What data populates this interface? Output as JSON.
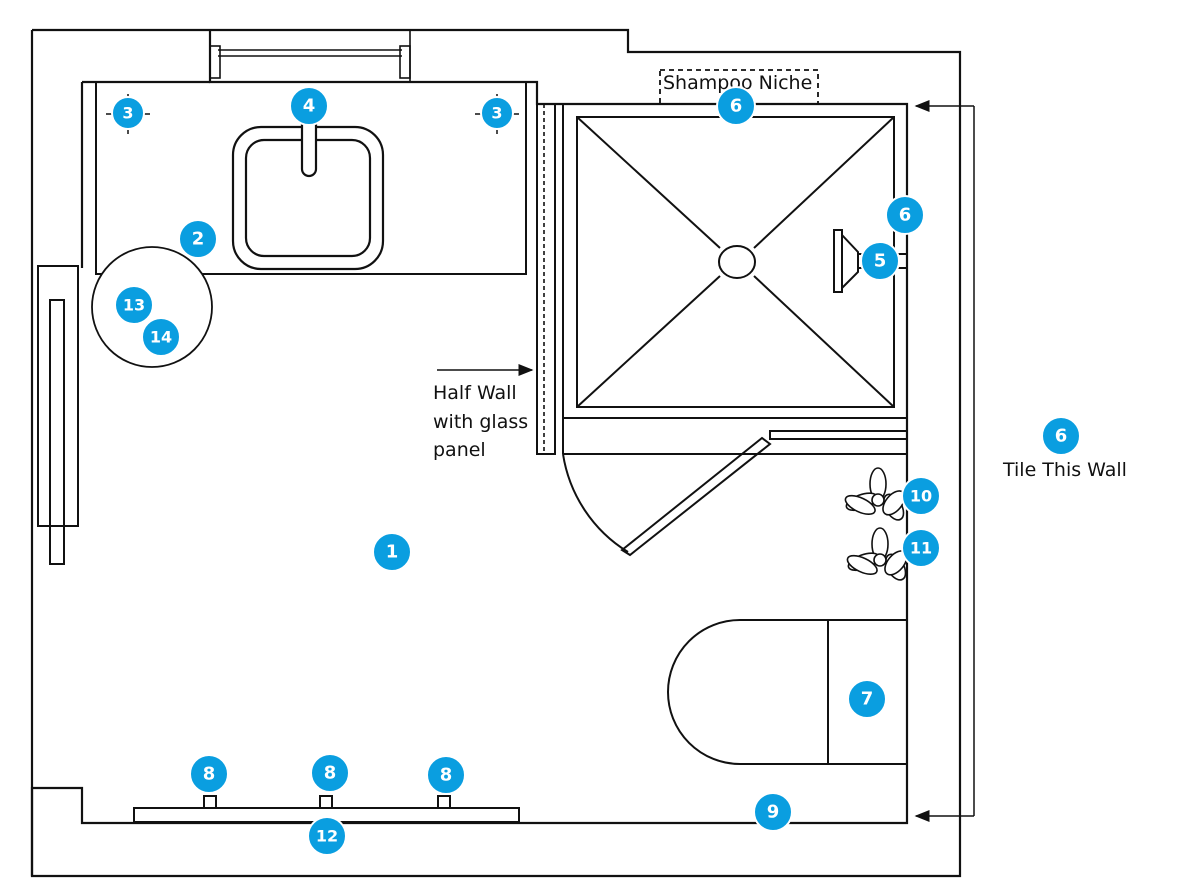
{
  "labels": {
    "shampoo_niche": "Shampoo Niche",
    "half_wall_1": "Half Wall",
    "half_wall_2": "with glass",
    "half_wall_3": "panel",
    "tile_wall": "Tile This Wall"
  },
  "colors": {
    "marker": "#0a9ee0",
    "marker_text": "#ffffff",
    "line": "#111111"
  },
  "markers": [
    {
      "id": "marker-1",
      "text": "1"
    },
    {
      "id": "marker-2",
      "text": "2"
    },
    {
      "id": "marker-3-left",
      "text": "3"
    },
    {
      "id": "marker-3-right",
      "text": "3"
    },
    {
      "id": "marker-4",
      "text": "4"
    },
    {
      "id": "marker-5",
      "text": "5"
    },
    {
      "id": "marker-6-niche",
      "text": "6"
    },
    {
      "id": "marker-6-shower",
      "text": "6"
    },
    {
      "id": "marker-6-tile",
      "text": "6"
    },
    {
      "id": "marker-7",
      "text": "7"
    },
    {
      "id": "marker-8-left",
      "text": "8"
    },
    {
      "id": "marker-8-mid",
      "text": "8"
    },
    {
      "id": "marker-8-right",
      "text": "8"
    },
    {
      "id": "marker-9",
      "text": "9"
    },
    {
      "id": "marker-10",
      "text": "10"
    },
    {
      "id": "marker-11",
      "text": "11"
    },
    {
      "id": "marker-12",
      "text": "12"
    },
    {
      "id": "marker-13",
      "text": "13"
    },
    {
      "id": "marker-14",
      "text": "14"
    }
  ]
}
